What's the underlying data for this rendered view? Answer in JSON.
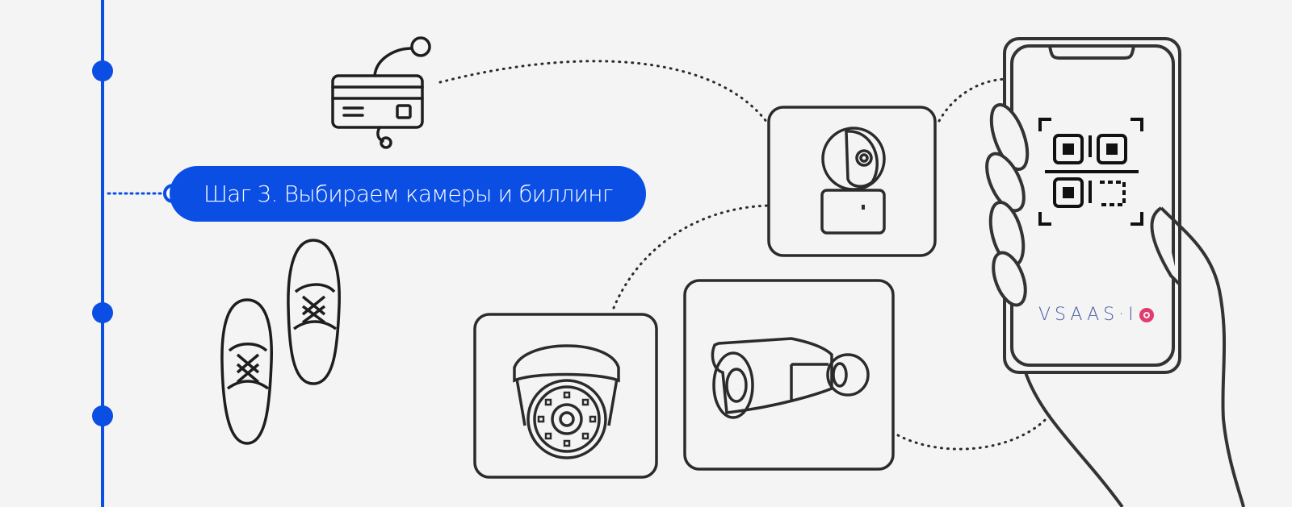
{
  "step": {
    "label": "Шаг 3. Выбираем камеры и биллинг",
    "pill_color": "#0a4ee4"
  },
  "timeline": {
    "color": "#0a4ee4",
    "nodes": 3
  },
  "icons": [
    {
      "name": "credit-card-icon"
    },
    {
      "name": "shoes-icon"
    },
    {
      "name": "ptz-camera-icon"
    },
    {
      "name": "dome-camera-icon"
    },
    {
      "name": "bullet-camera-icon"
    },
    {
      "name": "phone-qr-icon"
    }
  ],
  "phone": {
    "logo_text": "VSAAS·I",
    "logo_color": "#4a5fa8",
    "logo_accent": "#e23a6e"
  },
  "colors": {
    "background": "#f4f4f4",
    "stroke": "#2b2b2b"
  }
}
